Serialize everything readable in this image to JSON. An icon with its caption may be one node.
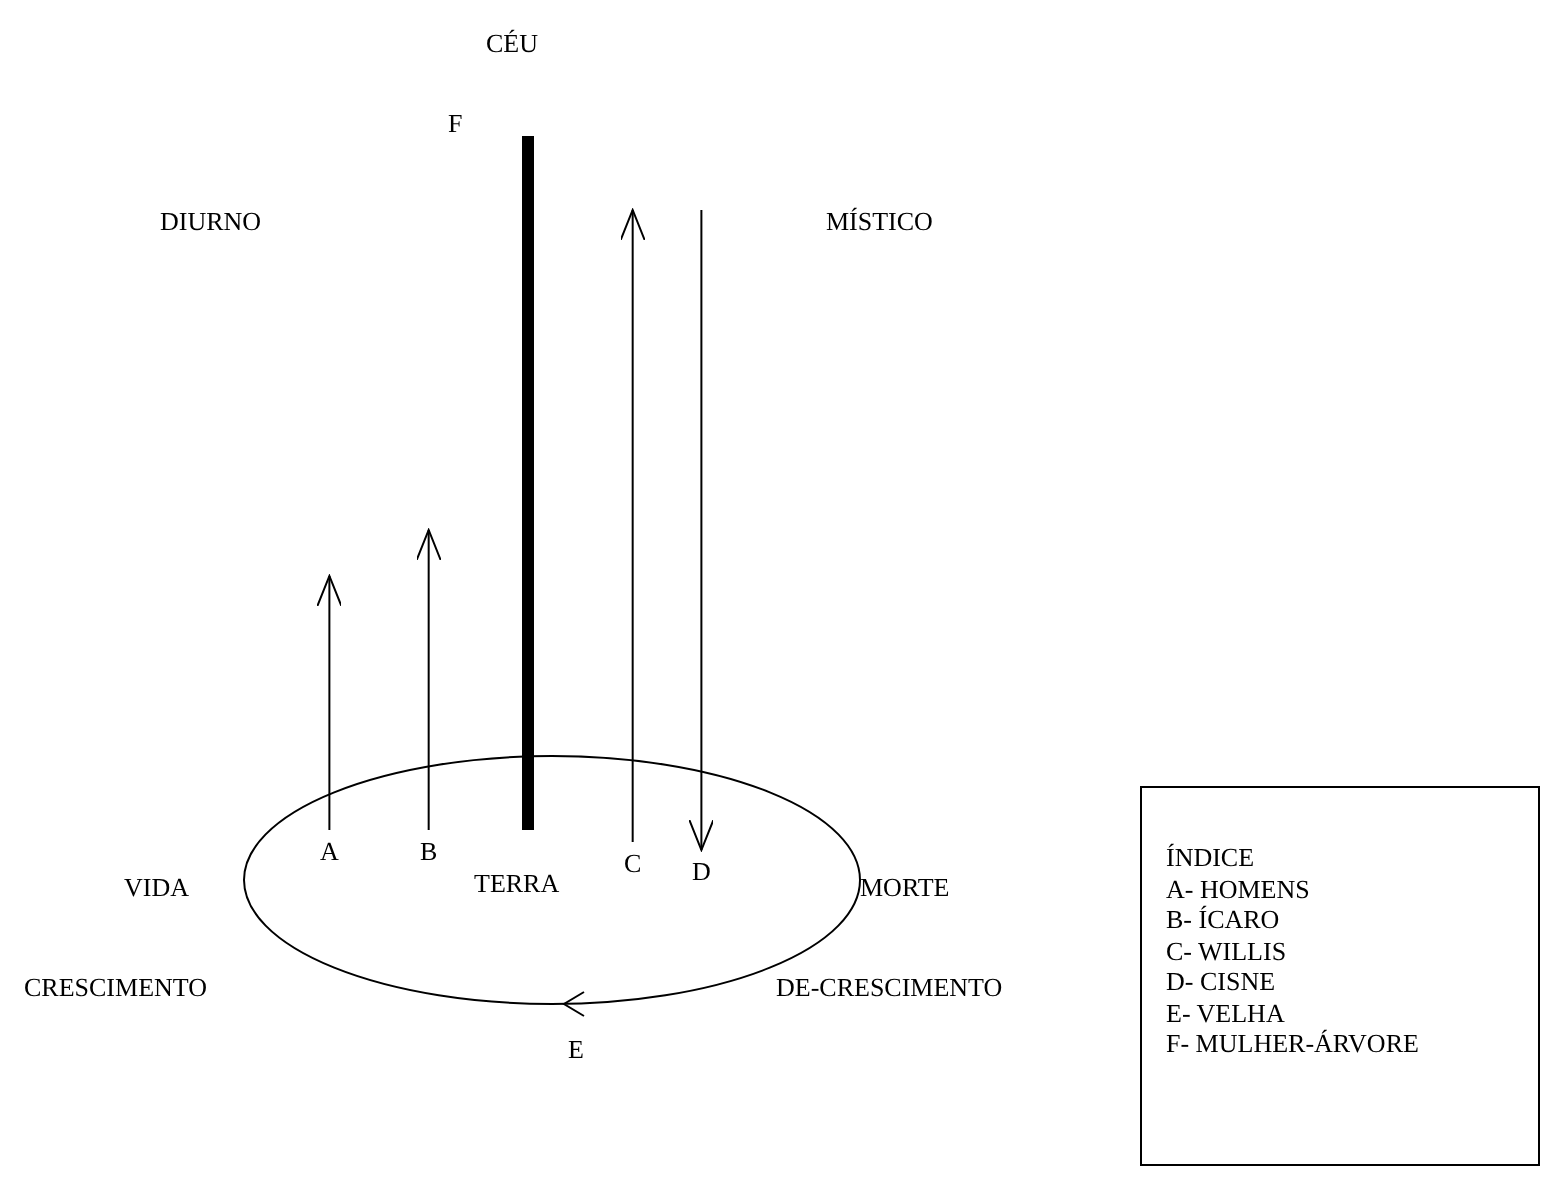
{
  "diagram": {
    "nodes": [
      {
        "text": [
          "TERRA"
        ]
      },
      {
        "text": [
          "A"
        ],
        "in": 0
      },
      {
        "text": [
          "B"
        ],
        "in": 0
      },
      {
        "text": [
          "C"
        ],
        "in": 0
      },
      {
        "text": [
          "D"
        ],
        "in": 0
      },
      {
        "text": [],
        "shape": "bar",
        "beside": [
          "F"
        ]
      },
      {
        "text": [
          "ÍNDICE",
          "A- HOMENS",
          "B- ÍCARO",
          "C- WILLIS",
          "D- CISNE",
          "E- VELHA",
          "F- MULHER-ÁRVORE"
        ]
      }
    ],
    "edges": [
      {
        "from": 1,
        "to": null,
        "arrow": "to"
      },
      {
        "from": 2,
        "to": null,
        "arrow": "to"
      },
      {
        "from": 3,
        "to": null,
        "arrow": "to"
      },
      {
        "from": null,
        "to": 4,
        "arrow": "to"
      }
    ],
    "labels": [
      "CÉU",
      "DIURNO",
      "MÍSTICO",
      "VIDA",
      "MORTE",
      "CRESCIMENTO",
      "DE-CRESCIMENTO",
      "E"
    ]
  }
}
